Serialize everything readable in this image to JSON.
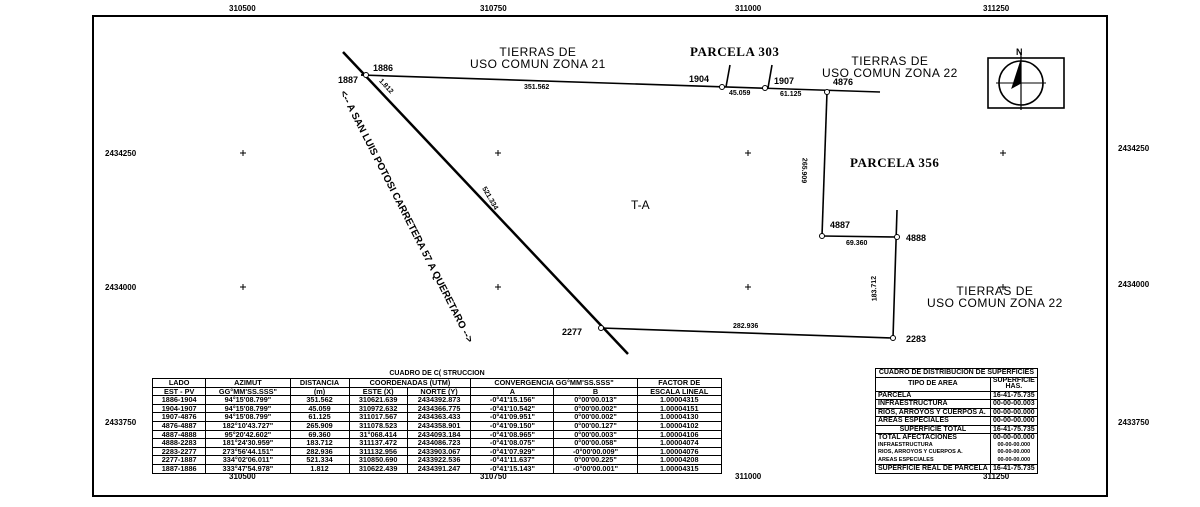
{
  "grid_labels": {
    "top": [
      "310500",
      "310750",
      "311000",
      "311250"
    ],
    "bottom": [
      "310500",
      "310750",
      "311000",
      "311250"
    ],
    "left": [
      "2434250",
      "2434000",
      "2433750"
    ],
    "right": [
      "2434250",
      "2434000",
      "2433750"
    ]
  },
  "zones": {
    "zona21": "TIERRAS DE\nUSO COMUN ZONA 21",
    "zona22_top": "TIERRAS DE\nUSO COMUN ZONA 22",
    "zona22_right": "TIERRAS DE\nUSO COMUN ZONA 22"
  },
  "parcels": {
    "p303": "PARCELA 303",
    "p356": "PARCELA 356",
    "ta": "T-A"
  },
  "road_label": "<-- A SAN LUIS POTOSI CARRETERA 57 A QUERETARO -->",
  "points": {
    "p1886": "1886",
    "p1887": "1887",
    "p1904": "1904",
    "p1907": "1907",
    "p4876": "4876",
    "p4887": "4887",
    "p4888": "4888",
    "p2277": "2277",
    "p2283": "2283"
  },
  "distances": {
    "d1887_1886": "1.812",
    "d1886_1904": "351.562",
    "d1904_1907": "45.059",
    "d1907_4876": "61.125",
    "d4876_4887": "265.909",
    "d4887_4888": "69.360",
    "d4888_2283": "183.712",
    "d2283_2277": "282.936",
    "d2277_1887": "521.334"
  },
  "north_label": "N",
  "construction_table": {
    "title": "CUADRO DE C(    STRUCCION",
    "group_coords": "COORDENADAS (UTM)",
    "group_conv": "CONVERGENCIA GG°MM'SS.SSS\"",
    "headers_top": [
      "LADO",
      "AZIMUT",
      "DISTANCIA",
      "ESTE (X)",
      "NORTE (Y)",
      "A",
      "B",
      "FACTOR DE"
    ],
    "headers_bottom": [
      "EST - PV",
      "GG°MM'SS.SSS\"",
      "(m)",
      "",
      "",
      "",
      "",
      "ESCALA LINEAL"
    ],
    "rows": [
      [
        "1886-1904",
        "94°15'08.799\"",
        "351.562",
        "310621.639",
        "2434392.873",
        "-0°41'15.156\"",
        "0°00'00.013\"",
        "1.00004315"
      ],
      [
        "1904-1907",
        "94°15'08.799\"",
        "45.059",
        "310972.632",
        "2434366.775",
        "-0°41'10.542\"",
        "0°00'00.002\"",
        "1.00004151"
      ],
      [
        "1907-4876",
        "94°15'08.799\"",
        "61.125",
        "311017.567",
        "2434363.433",
        "-0°41'09.951\"",
        "0°00'00.002\"",
        "1.00004130"
      ],
      [
        "4876-4887",
        "182°10'43.727\"",
        "265.909",
        "311078.523",
        "2434358.901",
        "-0°41'09.150\"",
        "0°00'00.127\"",
        "1.00004102"
      ],
      [
        "4887-4888",
        "95°20'42.602\"",
        "69.360",
        "31°068.414",
        "2434093.184",
        "-0°41'08.965\"",
        "0°00'00.003\"",
        "1.00004106"
      ],
      [
        "4888-2283",
        "181°24'30.959\"",
        "183.712",
        "311137.472",
        "2434086.723",
        "-0°41'08.075\"",
        "0°00'00.058\"",
        "1.00004074"
      ],
      [
        "2283-2277",
        "273°56'44.151\"",
        "282.936",
        "311132.956",
        "2433903.067",
        "-0°41'07.929\"",
        "-0°00'00.009\"",
        "1.00004076"
      ],
      [
        "2277-1887",
        "334°02'06.011\"",
        "521.334",
        "310850.690",
        "2433922.536",
        "-0°41'11.637\"",
        "0°00'00.225\"",
        "1.00004208"
      ],
      [
        "1887-1886",
        "333°47'54.978\"",
        "1.812",
        "310622.439",
        "2434391.247",
        "-0°41'15.143\"",
        "-0°00'00.001\"",
        "1.00004315"
      ]
    ]
  },
  "surface_table": {
    "title": "CUADRO DE DISTRIBUCION DE SUPERFICIES",
    "col_tipo": "TIPO DE AREA",
    "col_sup": "SUPERFICIE\nHAS.",
    "rows": [
      [
        "PARCELA",
        "16-41-75.735"
      ],
      [
        "INFRAESTRUCTURA",
        "00-00-00.003"
      ],
      [
        "RIOS, ARROYOS Y CUERPOS A.",
        "00-00-00.000"
      ],
      [
        "AREAS ESPECIALES",
        "00-00-00.000"
      ],
      [
        "SUPERFICIE TOTAL",
        "16-41-75.735"
      ]
    ],
    "afect_label": "TOTAL AFECTACIONES",
    "afect_sub": [
      "INFRAESTRUCTURA",
      "RIOS, ARROYOS Y CUERPOS A.",
      "AREAS ESPECIALES"
    ],
    "afect_vals": [
      "00-00-00.000",
      "00-00-00.000",
      "00-00-00.000",
      "00-00-00.000"
    ],
    "real_label": "SUPERFICIE REAL DE PARCELA",
    "real_val": "16-41-75.735"
  },
  "colors": {
    "ink": "#000000",
    "paper": "#ffffff"
  }
}
